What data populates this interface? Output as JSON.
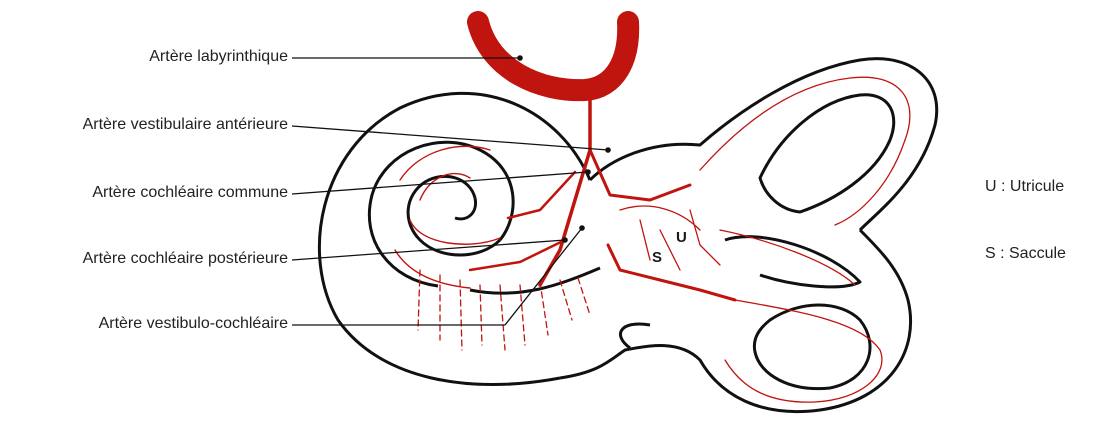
{
  "labels": {
    "labyrinthine": "Artère labyrinthique",
    "ant_vestibular": "Artère vestibulaire antérieure",
    "common_cochlear": "Artère cochléaire commune",
    "post_cochlear": "Artère cochléaire postérieure",
    "vestibulo_cochlear": "Artère vestibulo-cochléaire"
  },
  "legend": {
    "utricle": "U : Utricule",
    "saccule": "S : Saccule"
  },
  "structure_letters": {
    "utricle": "U",
    "saccule": "S"
  },
  "colors": {
    "artery": "#c0140f",
    "outline": "#111111",
    "text": "#222222"
  }
}
